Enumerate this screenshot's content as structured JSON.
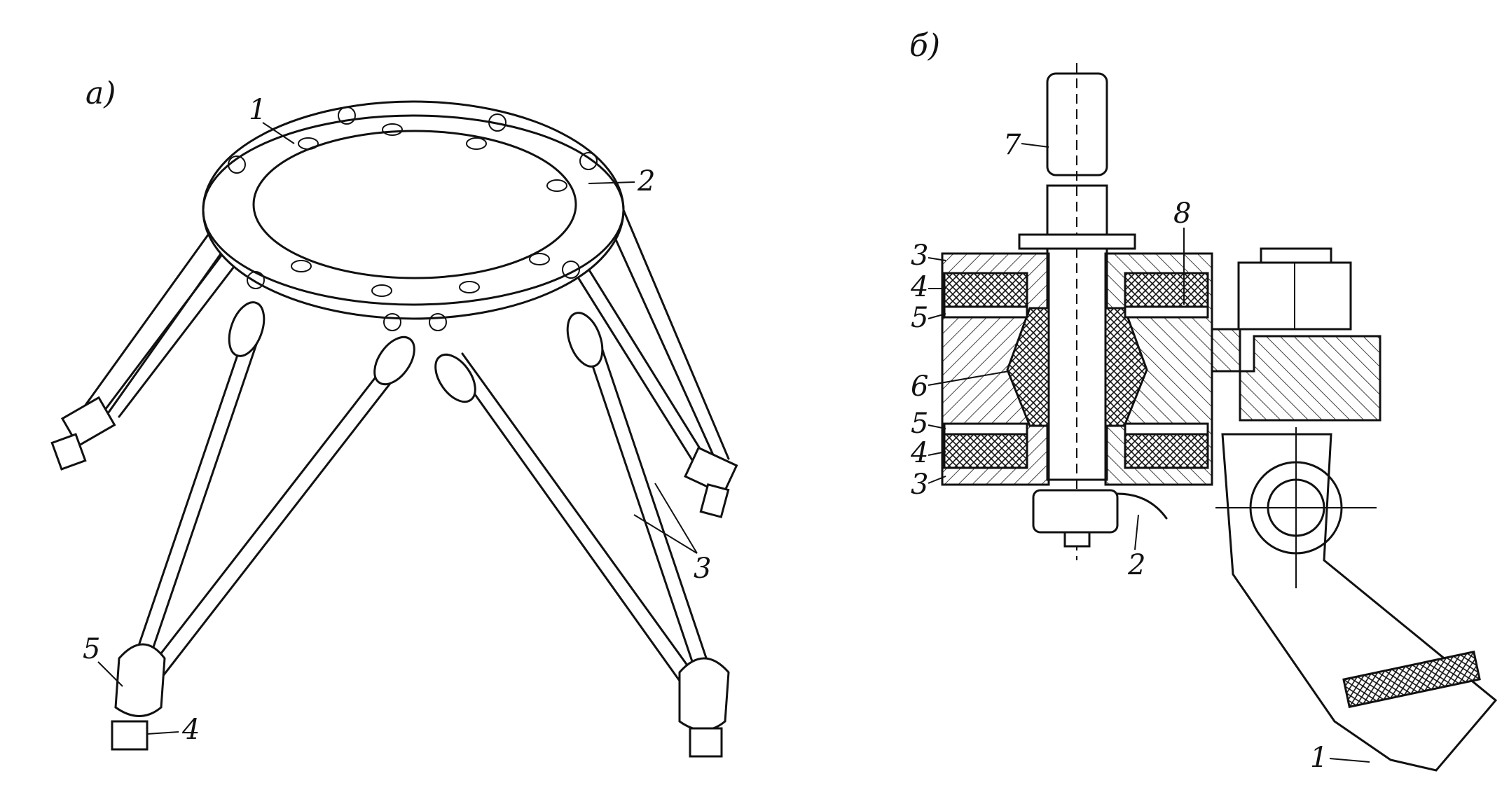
{
  "panels": {
    "a": {
      "label": "а)",
      "callouts": [
        "1",
        "2",
        "3",
        "4",
        "5"
      ]
    },
    "b": {
      "label": "б)",
      "callouts": [
        "7",
        "8",
        "3",
        "4",
        "5",
        "6",
        "5",
        "4",
        "3",
        "2",
        "1"
      ]
    }
  }
}
